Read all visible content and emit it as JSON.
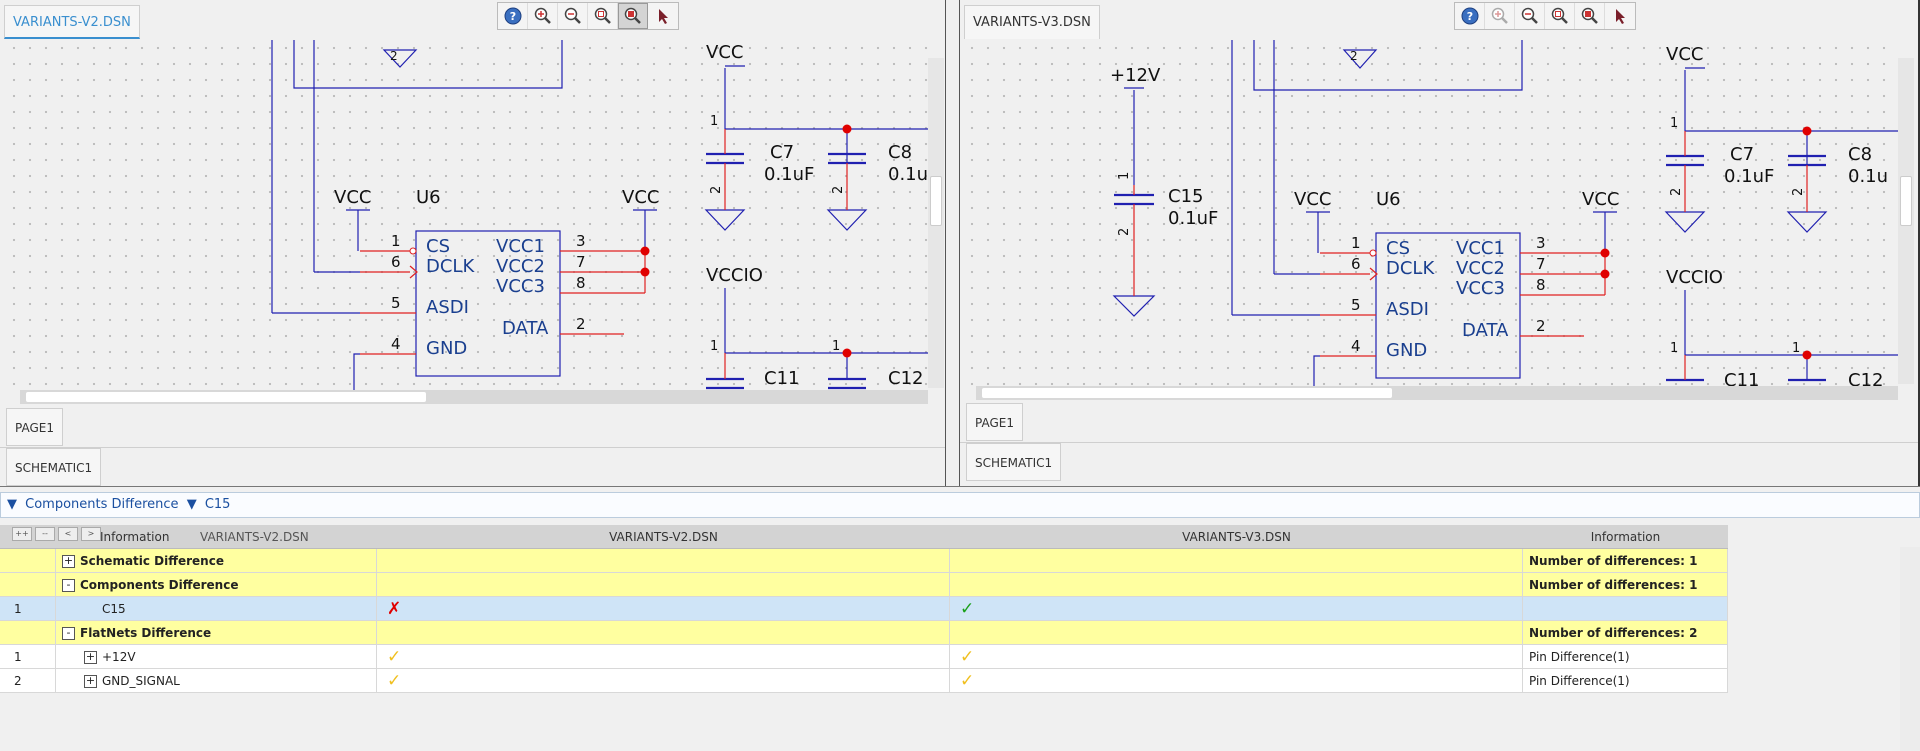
{
  "left_pane": {
    "doc_tab": "VARIANTS-V2.DSN",
    "page_tab": "PAGE1",
    "schematic_tab": "SCHEMATIC1"
  },
  "right_pane": {
    "doc_tab": "VARIANTS-V3.DSN",
    "page_tab": "PAGE1",
    "schematic_tab": "SCHEMATIC1"
  },
  "toolbar_icons": [
    "help-icon",
    "zoom-in-icon",
    "zoom-out-icon",
    "zoom-area-icon",
    "zoom-all-icon",
    "select-arrow-icon"
  ],
  "schematic": {
    "vcc": "VCC",
    "vccio": "VCCIO",
    "plus12v": "+12V",
    "u6_ref": "U6",
    "pins_left": [
      "CS",
      "DCLK",
      "ASDI",
      "GND"
    ],
    "pins_right": [
      "VCC1",
      "VCC2",
      "VCC3",
      "DATA"
    ],
    "pin_nums_left": [
      "1",
      "6",
      "5",
      "4"
    ],
    "pin_nums_right": [
      "3",
      "7",
      "8",
      "2"
    ],
    "c7_ref": "C7",
    "c7_val": "0.1uF",
    "c8_ref": "C8",
    "c8_val": "0.1u",
    "c11_ref": "C11",
    "c12_ref": "C12",
    "c15_ref": "C15",
    "c15_val": "0.1uF",
    "cap_pin1": "1",
    "cap_pin2": "2",
    "top_pin": "2"
  },
  "breadcrumb": {
    "root": "Components Difference",
    "child": "C15"
  },
  "grid": {
    "headers": [
      "",
      "Information",
      "VARIANTS-V2.DSN",
      "VARIANTS-V3.DSN",
      "Information"
    ],
    "overlay_labels": [
      "VARIANTS-V2.DSN"
    ],
    "rows": [
      {
        "kind": "group",
        "num": "",
        "expander": "+",
        "name": "Schematic Difference",
        "v2": "",
        "v3": "",
        "info": "Number of differences: 1"
      },
      {
        "kind": "group",
        "num": "",
        "expander": "-",
        "name": "Components Difference",
        "v2": "",
        "v3": "",
        "info": "Number of differences: 1"
      },
      {
        "kind": "selected",
        "num": "1",
        "expander": "",
        "name": "C15",
        "v2": "✗",
        "v3": "✓",
        "info": ""
      },
      {
        "kind": "group",
        "num": "",
        "expander": "-",
        "name": "FlatNets Difference",
        "v2": "",
        "v3": "",
        "info": "Number of differences: 2"
      },
      {
        "kind": "item",
        "num": "1",
        "expander": "+",
        "name": "+12V",
        "v2": "✓",
        "v3": "✓",
        "info": "Pin Difference(1)"
      },
      {
        "kind": "item",
        "num": "2",
        "expander": "+",
        "name": "GND_SIGNAL",
        "v2": "✓",
        "v3": "✓",
        "info": "Pin Difference(1)"
      }
    ]
  },
  "colors": {
    "wire": "#2020b0",
    "pin_wire": "#e02020",
    "text_blue": "#1a3f8f",
    "junction": "#e00000",
    "group_row": "#ffffa0",
    "selected_row": "#cfe4f7"
  }
}
